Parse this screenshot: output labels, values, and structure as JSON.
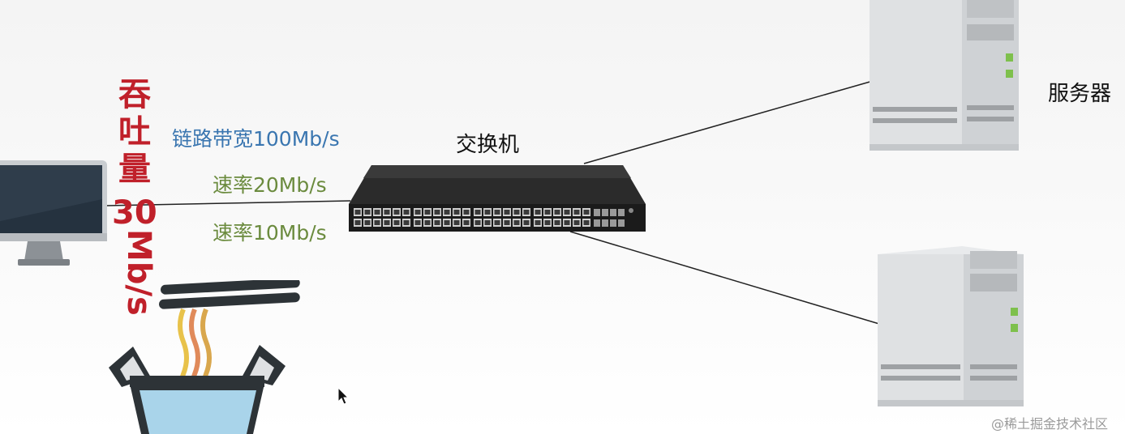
{
  "labels": {
    "switch": "交换机",
    "server": "服务器",
    "link_bandwidth": "链路带宽100Mb/s",
    "rate_top": "速率20Mb/s",
    "rate_bottom": "速率10Mb/s"
  },
  "throughput": {
    "chars": [
      "吞",
      "吐",
      "量"
    ],
    "value": "30",
    "unit": "Mb/s"
  },
  "watermark": "@稀土掘金技术社区",
  "colors": {
    "throughput": "#c0202a",
    "bandwidth": "#3a76b0",
    "rate": "#6b8b3e"
  },
  "icons": [
    "monitor-icon",
    "switch-icon",
    "server-icon",
    "noodle-box-icon",
    "cursor-icon"
  ]
}
